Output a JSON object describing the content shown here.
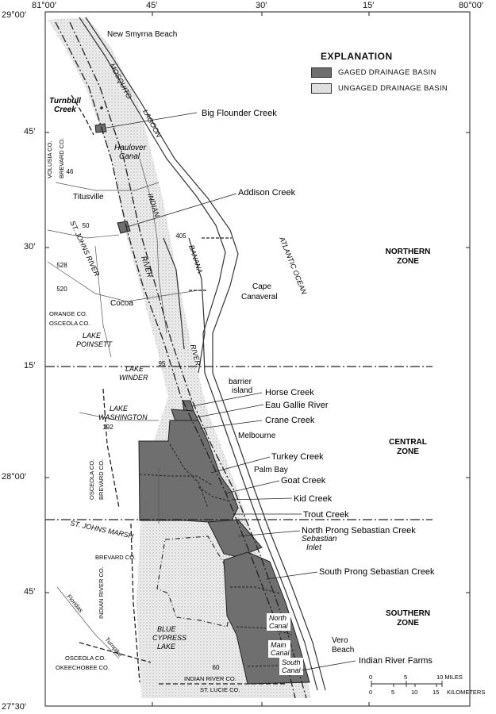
{
  "axes": {
    "top_lon": [
      "81°00′",
      "45′",
      "30′",
      "15′",
      "80°00′"
    ],
    "left_lat": [
      "29°00′",
      "45′",
      "30′",
      "15′",
      "28°00′",
      "45′",
      "27°30′"
    ]
  },
  "legend": {
    "title": "EXPLANATION",
    "gaged": "GAGED DRAINAGE BASIN",
    "ungaged": "UNGAGED DRAINAGE BASIN"
  },
  "colors": {
    "gaged": "#6f6f6f",
    "ungaged": "#dcdcdc",
    "line": "#222222"
  },
  "places": {
    "new_smyrna": "New Smyrna Beach",
    "titusville": "Titusville",
    "cocoa": "Cocoa",
    "cape_canaveral_1": "Cape",
    "cape_canaveral_2": "Canaveral",
    "melbourne": "Melbourne",
    "palm_bay": "Palm Bay",
    "vero_1": "Vero",
    "vero_2": "Beach",
    "barrier_1": "barrier",
    "barrier_2": "island",
    "haulover_1": "Haulover",
    "haulover_2": "Canal",
    "sebastian_1": "Sebastian",
    "sebastian_2": "Inlet",
    "turnbull_1": "Turnbull",
    "turnbull_2": "Creek"
  },
  "water": {
    "mosquito": "MOSQUITO",
    "lagoon": "LAGOON",
    "indian": "INDIAN",
    "river_1": "RIVER",
    "river_2": "RIVER",
    "banana": "BANANA",
    "st_johns_river": "ST. JOHNS RIVER",
    "atlantic": "ATLANTIC OCEAN",
    "lake_poinsett_1": "LAKE",
    "lake_poinsett_2": "POINSETT",
    "lake_winder_1": "LAKE",
    "lake_winder_2": "WINDER",
    "lake_washington_1": "LAKE",
    "lake_washington_2": "WASHINGTON",
    "st_johns_marsh": "ST. JOHNS MARSH",
    "blue_cypress_1": "BLUE",
    "blue_cypress_2": "CYPRESS",
    "blue_cypress_3": "LAKE",
    "north_canal_1": "North",
    "north_canal_2": "Canal",
    "main_canal_1": "Main",
    "main_canal_2": "Canal",
    "south_canal_1": "South",
    "south_canal_2": "Canal"
  },
  "counties": {
    "volusia": "VOLUSIA CO.",
    "brevard_top": "BREVARD CO.",
    "orange": "ORANGE CO.",
    "osceola_1": "OSCEOLA CO.",
    "osceola_2": "OSCEOLA CO.",
    "brevard_mid": "BREVARD CO.",
    "brevard_low": "BREVARD CO.",
    "indian_river_v": "INDIAN RIVER CO.",
    "osceola_3": "OSCEOLA CO.",
    "okeechobee": "OKEECHOBEE CO.",
    "indian_river_h": "INDIAN RIVER CO.",
    "st_lucie": "ST. LUCIE CO.",
    "floridas": "Floridas",
    "turnpike": "Turnpike"
  },
  "routes": [
    "46",
    "50",
    "528",
    "520",
    "405",
    "95",
    "192",
    "60"
  ],
  "callouts": {
    "big_flounder": "Big Flounder Creek",
    "addison": "Addison Creek",
    "horse": "Horse Creek",
    "eau_gallie": "Eau Gallie River",
    "crane": "Crane Creek",
    "turkey": "Turkey Creek",
    "goat": "Goat Creek",
    "kid": "Kid Creek",
    "trout": "Trout Creek",
    "north_prong": "North Prong Sebastian Creek",
    "south_prong": "South Prong Sebastian Creek",
    "indian_river_farms": "Indian River Farms"
  },
  "zones": {
    "northern_1": "NORTHERN",
    "northern_2": "ZONE",
    "central_1": "CENTRAL",
    "central_2": "ZONE",
    "southern_1": "SOUTHERN",
    "southern_2": "ZONE"
  },
  "scale": {
    "miles_ticks": [
      "0",
      "5",
      "10 MILES"
    ],
    "km_ticks": [
      "0",
      "5",
      "10",
      "15",
      "KILOMETERS"
    ]
  }
}
